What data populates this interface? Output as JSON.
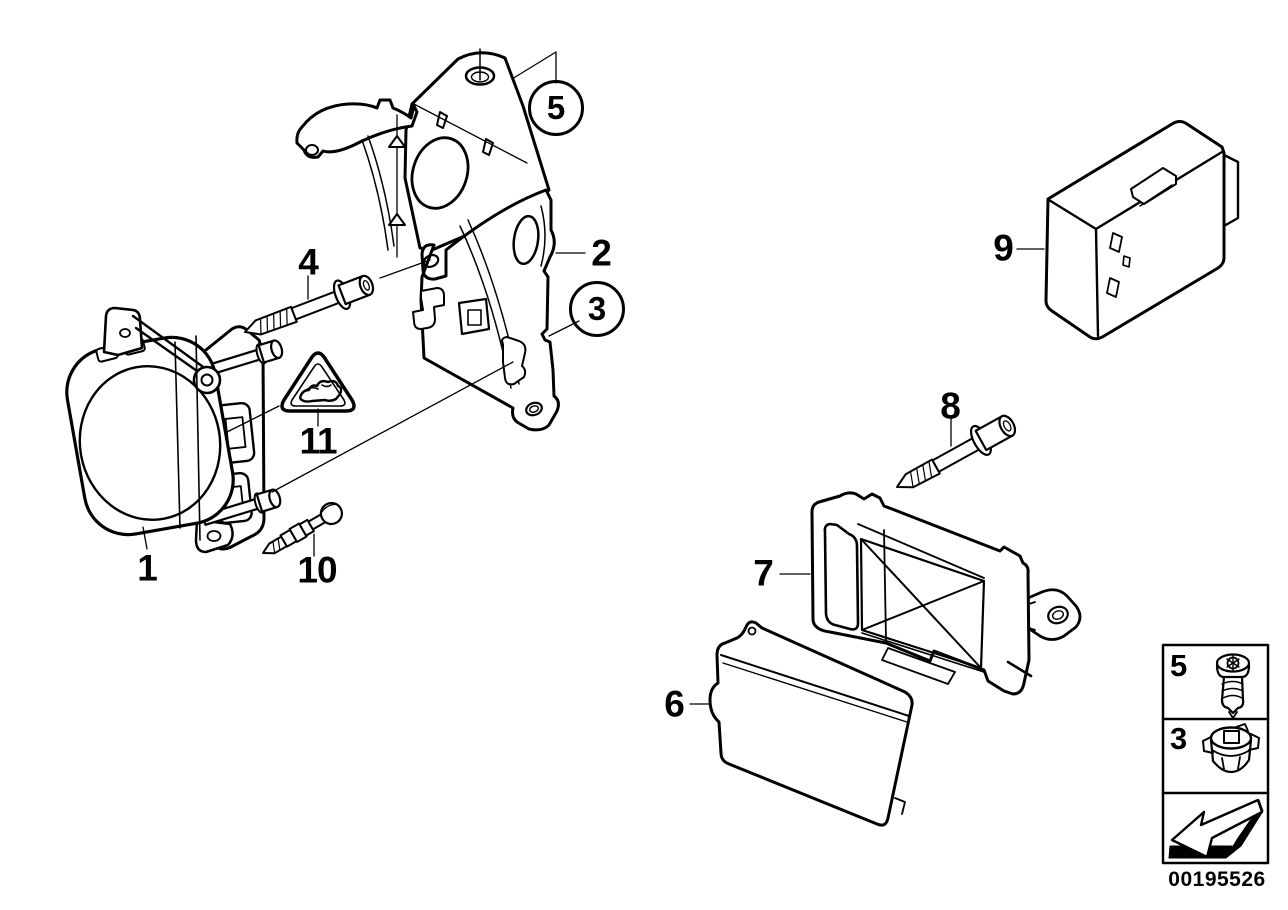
{
  "diagram_type": "exploded-parts-diagram",
  "colors": {
    "line": "#000000",
    "background": "#ffffff"
  },
  "document_number": "00195526",
  "callouts": {
    "c1": "1",
    "c2": "2",
    "c3": "3",
    "c4": "4",
    "c5": "5",
    "c6": "6",
    "c7": "7",
    "c8": "8",
    "c9": "9",
    "c10": "10",
    "c11": "11"
  },
  "circled_callouts": {
    "c5": "5",
    "c3": "3"
  },
  "legend": {
    "row1": {
      "number": "5",
      "icon": "torx-screw-icon"
    },
    "row2": {
      "number": "3",
      "icon": "expanding-rivet-icon"
    },
    "footer_icon": "direction-arrow-icon"
  },
  "icons": {
    "warning": "warning-triangle-icon"
  }
}
